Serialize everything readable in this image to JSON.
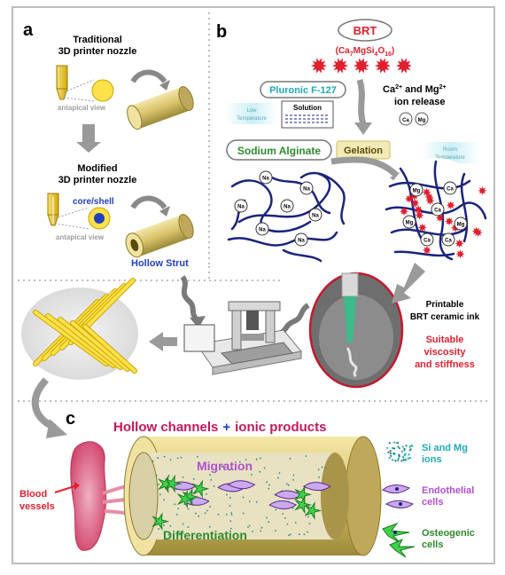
{
  "panel_a": {
    "letter": "a",
    "traditional_line1": "Traditional",
    "traditional_line2": "3D printer nozzle",
    "antapical_view_1": "antapical view",
    "modified_line1": "Modified",
    "modified_line2": "3D printer nozzle",
    "core_shell": "core/shell",
    "antapical_view_2": "antapical view",
    "hollow_strut": "Hollow Strut"
  },
  "panel_b": {
    "letter": "b",
    "brt": "BRT",
    "formula_pre": "(Ca",
    "formula_sub1": "7",
    "formula_mid1": "MgSi",
    "formula_sub2": "4",
    "formula_mid2": "O",
    "formula_sub3": "16",
    "formula_post": ")",
    "pluronic": "Pluronic F-127",
    "low_temperature_1": "Low",
    "low_temperature_2": "Temperature",
    "solution": "Solution",
    "ion_release_1a": "Ca",
    "ion_release_1a_sup": "2+",
    "ion_release_1b": " and Mg",
    "ion_release_1b_sup": "2+",
    "ion_release_2": "ion release",
    "ca_label": "Ca",
    "mg_label": "Mg",
    "sodium_alginate": "Sodium Alginate",
    "gelation": "Gelation",
    "room_temperature_1": "Room",
    "room_temperature_2": "Temperature",
    "na_label": "Na",
    "ink_line1": "Printable",
    "ink_line2": "BRT ceramic ink",
    "prop_line1": "Suitable",
    "prop_line2": "viscosity",
    "prop_line3": "and stiffness"
  },
  "panel_c": {
    "letter": "c",
    "title_part1": "Hollow channels",
    "title_plus": "+",
    "title_part2": "ionic products",
    "blood_1": "Blood",
    "blood_2": "vessels",
    "migration": "Migration",
    "differentiation": "Differentiation",
    "legend_si_1": "Si and Mg",
    "legend_si_2": "ions",
    "legend_endo_1": "Endothelial",
    "legend_endo_2": "cells",
    "legend_osteo_1": "Osteogenic",
    "legend_osteo_2": "cells"
  },
  "colors": {
    "brt_red": "#e0202e",
    "teal": "#1fa9b3",
    "green_text": "#2e8b2e",
    "navy": "#1a237e",
    "gold": "#d8c26a",
    "magenta": "#c2185b",
    "blue_text": "#1f3fbf",
    "purple": "#b04fd0"
  }
}
